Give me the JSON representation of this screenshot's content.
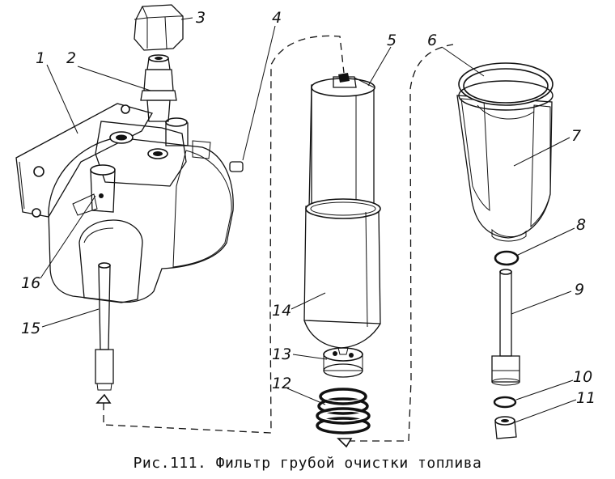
{
  "caption": "Рис.111. Фильтр грубой очистки топлива",
  "labels": [
    "1",
    "2",
    "3",
    "4",
    "5",
    "6",
    "7",
    "8",
    "9",
    "10",
    "11",
    "12",
    "13",
    "14",
    "15",
    "16"
  ]
}
